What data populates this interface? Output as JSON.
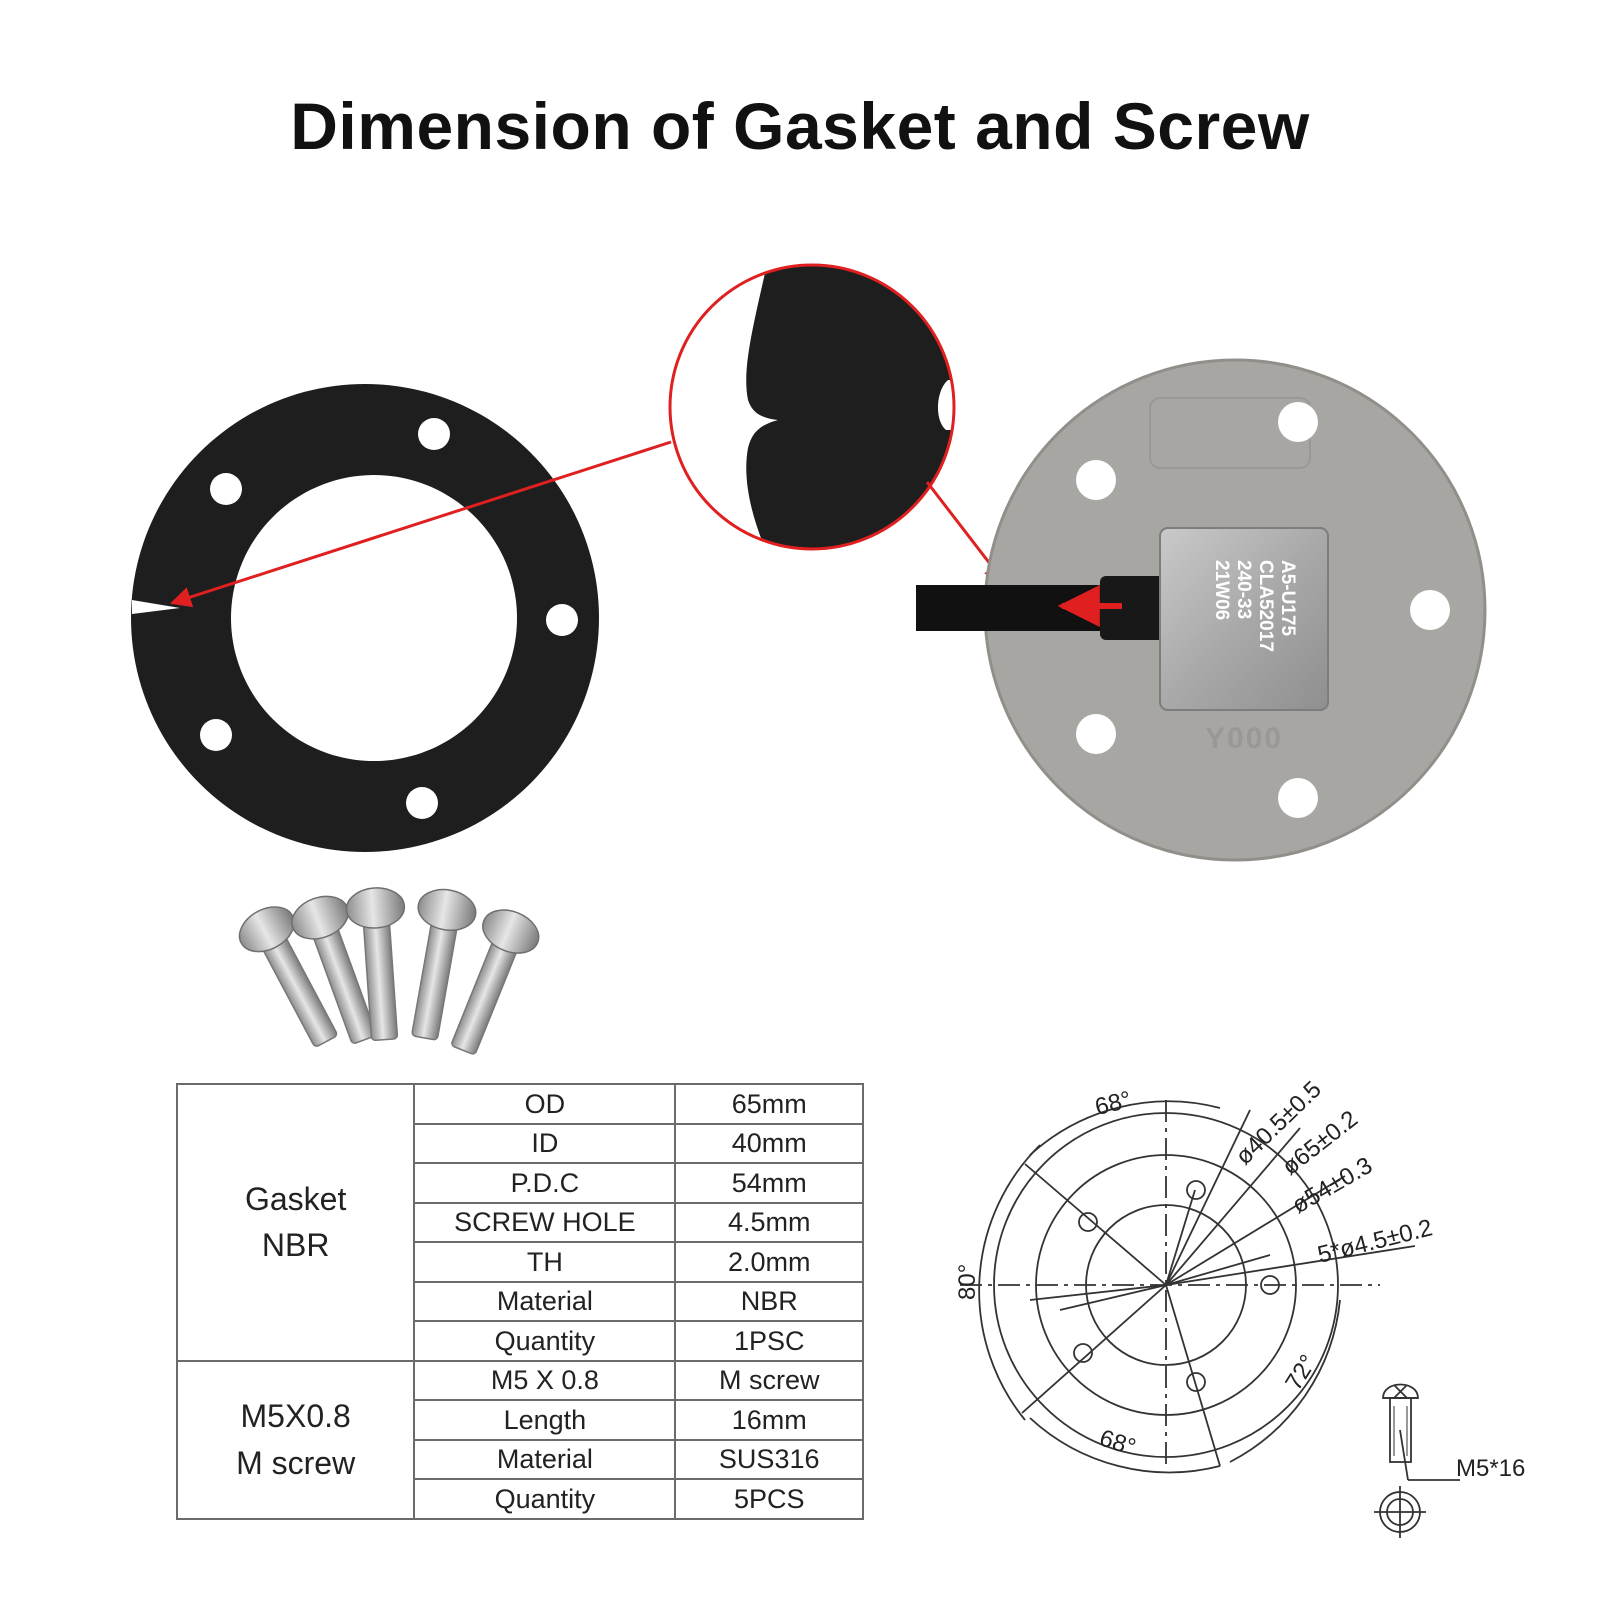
{
  "title": "Dimension of Gasket and Screw",
  "sender_chip": {
    "lines": [
      "A5-U175",
      "CLA52017",
      "240-33",
      "21W06"
    ],
    "stamp": "Y000"
  },
  "table": {
    "gasket": {
      "group_line1": "Gasket",
      "group_line2": "NBR",
      "rows": [
        {
          "param": "OD",
          "value": "65mm"
        },
        {
          "param": "ID",
          "value": "40mm"
        },
        {
          "param": "P.D.C",
          "value": "54mm"
        },
        {
          "param": "SCREW HOLE",
          "value": "4.5mm"
        },
        {
          "param": "TH",
          "value": "2.0mm"
        },
        {
          "param": "Material",
          "value": "NBR"
        },
        {
          "param": "Quantity",
          "value": "1PSC"
        }
      ]
    },
    "screw": {
      "group_line1": "M5X0.8",
      "group_line2": "M screw",
      "rows": [
        {
          "param": "M5 X 0.8",
          "value": "M screw"
        },
        {
          "param": "Length",
          "value": "16mm"
        },
        {
          "param": "Material",
          "value": "SUS316"
        },
        {
          "param": "Quantity",
          "value": "5PCS"
        }
      ]
    }
  },
  "drawing": {
    "angle_top": "68°",
    "angle_left": "80°",
    "angle_bottom": "68°",
    "angle_right": "72°",
    "dim_id": "ø40.5±0.5",
    "dim_od": "ø65±0.2",
    "dim_pcd": "ø54±0.3",
    "dim_holes": "5*ø4.5±0.2",
    "screw_label": "M5*16"
  },
  "colors": {
    "gasket": "#1e1e1e",
    "plate": "#a8a6a3",
    "highlight_red": "#e02020"
  }
}
